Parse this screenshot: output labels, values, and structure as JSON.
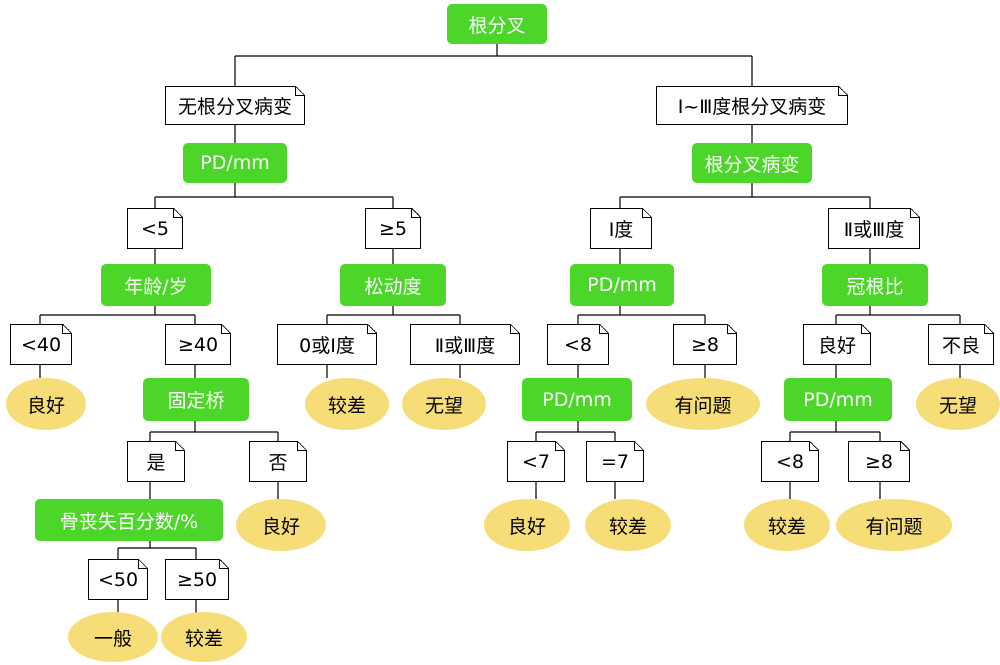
{
  "colors": {
    "decision": "#4cd62a",
    "outcome": "#f7dd78",
    "condition_border": "#000000"
  },
  "nodes": {
    "root": "根分叉",
    "no_lesion": "无根分叉病变",
    "lesion_1_3": "Ⅰ~Ⅲ度根分叉病变",
    "pd_left": "PD/mm",
    "furcation_lesion": "根分叉病变",
    "pd_lt5": "<5",
    "pd_ge5": "≥5",
    "degree1": "Ⅰ度",
    "degree2_3": "Ⅱ或Ⅲ度",
    "age": "年龄/岁",
    "mobility": "松动度",
    "pd_mid": "PD/mm",
    "crown_root": "冠根比",
    "age_lt40": "<40",
    "age_ge40": "≥40",
    "mob_0_1": "0或Ⅰ度",
    "mob_2_3": "Ⅱ或Ⅲ度",
    "pd_lt8": "<8",
    "pd_ge8": "≥8",
    "cr_good": "良好",
    "cr_bad": "不良",
    "out_good1": "良好",
    "fixed_bridge": "固定桥",
    "out_poor1": "较差",
    "out_hopeless1": "无望",
    "pd_inner": "PD/mm",
    "out_problem1": "有问题",
    "pd_right": "PD/mm",
    "out_hopeless2": "无望",
    "fb_yes": "是",
    "fb_no": "否",
    "pd_lt7": "<7",
    "pd_eq7": "=7",
    "pd_lt8b": "<8",
    "pd_ge8b": "≥8",
    "bone_loss": "骨丧失百分数/%",
    "out_good2": "良好",
    "out_good3": "良好",
    "out_poor2": "较差",
    "out_poor3": "较差",
    "out_problem2": "有问题",
    "bl_lt50": "<50",
    "bl_ge50": "≥50",
    "out_fair": "一般",
    "out_poor4": "较差"
  }
}
